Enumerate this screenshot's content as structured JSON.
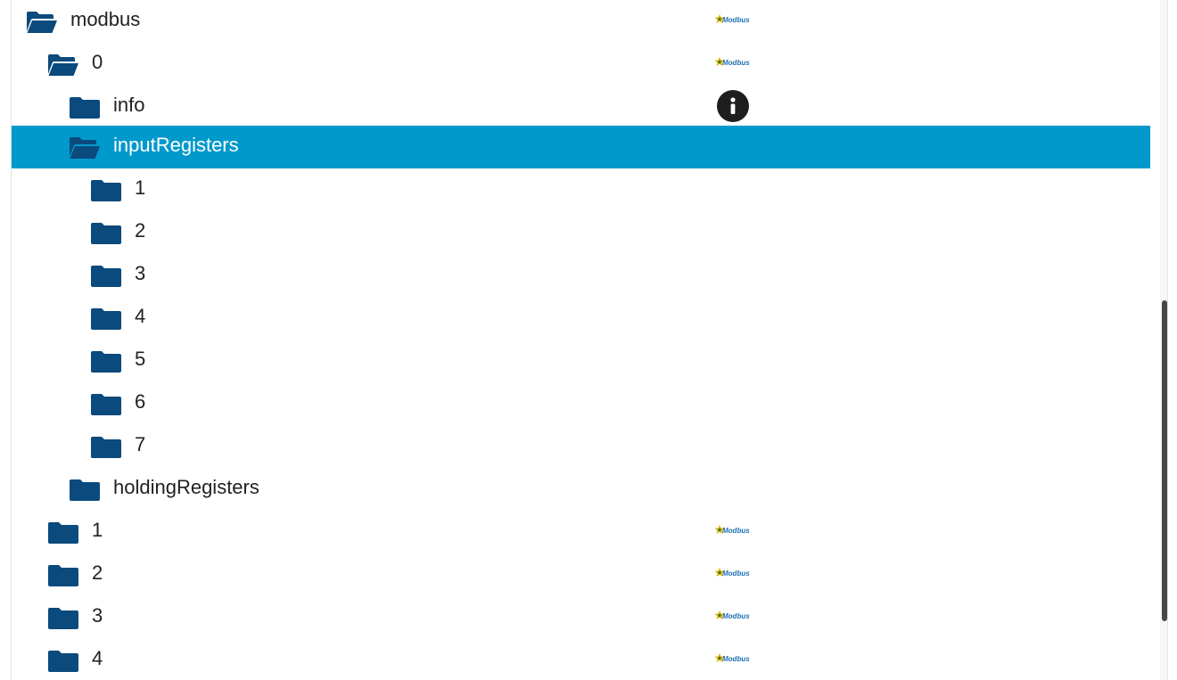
{
  "tree": {
    "rows": [
      {
        "label": "modbus",
        "state": "open",
        "depth": 0,
        "badge": "modbus-logo"
      },
      {
        "label": "0",
        "state": "open",
        "depth": 1,
        "badge": "modbus-logo"
      },
      {
        "label": "info",
        "state": "closed",
        "depth": 2,
        "badge": "info-icon"
      },
      {
        "label": "inputRegisters",
        "state": "open",
        "depth": 2,
        "selected": true
      },
      {
        "label": "1",
        "state": "closed",
        "depth": 3
      },
      {
        "label": "2",
        "state": "closed",
        "depth": 3
      },
      {
        "label": "3",
        "state": "closed",
        "depth": 3
      },
      {
        "label": "4",
        "state": "closed",
        "depth": 3
      },
      {
        "label": "5",
        "state": "closed",
        "depth": 3
      },
      {
        "label": "6",
        "state": "closed",
        "depth": 3
      },
      {
        "label": "7",
        "state": "closed",
        "depth": 3
      },
      {
        "label": "holdingRegisters",
        "state": "closed",
        "depth": 2
      },
      {
        "label": "1",
        "state": "closed",
        "depth": 1,
        "badge": "modbus-logo"
      },
      {
        "label": "2",
        "state": "closed",
        "depth": 1,
        "badge": "modbus-logo"
      },
      {
        "label": "3",
        "state": "closed",
        "depth": 1,
        "badge": "modbus-logo"
      },
      {
        "label": "4",
        "state": "closed",
        "depth": 1,
        "badge": "modbus-logo"
      }
    ]
  },
  "colors": {
    "folder": "#0b4a7d",
    "selected_bg": "#0099cc",
    "selected_text": "#ffffff",
    "text": "#212121"
  },
  "badge_text": "Modbus"
}
